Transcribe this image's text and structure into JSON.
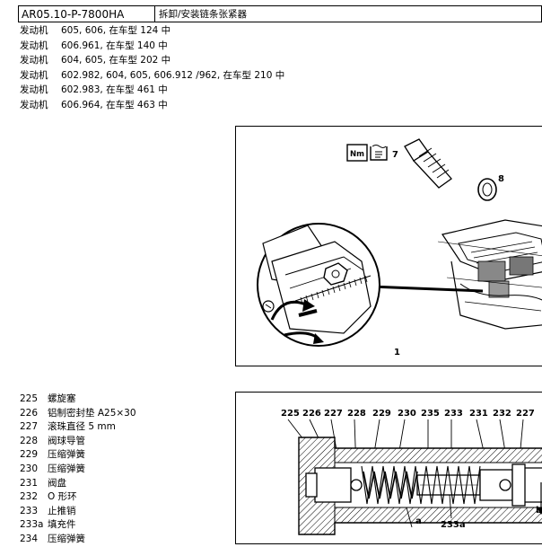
{
  "header": {
    "code": "AR05.10-P-7800HA",
    "title": "拆卸/安装链条张紧器"
  },
  "applicability": [
    {
      "label": "发动机",
      "text": "605, 606, 在车型 124 中"
    },
    {
      "label": "发动机",
      "text": "606.961, 在车型 140 中"
    },
    {
      "label": "发动机",
      "text": "604, 605, 在车型 202 中"
    },
    {
      "label": "发动机",
      "text": "602.982, 604, 605, 606.912 /962, 在车型 210 中"
    },
    {
      "label": "发动机",
      "text": "602.983, 在车型 461 中"
    },
    {
      "label": "发动机",
      "text": "606.964, 在车型 463 中"
    }
  ],
  "figure1": {
    "torque_symbol": "Nm",
    "callouts": {
      "c7": "7",
      "c8": "8",
      "c1": "1"
    }
  },
  "figure2": {
    "callouts_top": [
      "225",
      "226",
      "227",
      "228",
      "229",
      "230",
      "235",
      "233",
      "231",
      "232",
      "227"
    ],
    "callout_a": "a",
    "callout_233a": "233a",
    "callout_b": "b"
  },
  "parts": [
    {
      "num": "225",
      "name": "螺旋塞"
    },
    {
      "num": "226",
      "name": "铝制密封垫 A25×30"
    },
    {
      "num": "227",
      "name": "滚珠直径 5 mm"
    },
    {
      "num": "228",
      "name": "阀球导管"
    },
    {
      "num": "229",
      "name": "压缩弹簧"
    },
    {
      "num": "230",
      "name": "压缩弹簧"
    },
    {
      "num": "231",
      "name": "阀盘"
    },
    {
      "num": "232",
      "name": "O 形环"
    },
    {
      "num": "233",
      "name": "止推销"
    },
    {
      "num": "233a",
      "name": "填充件"
    },
    {
      "num": "234",
      "name": "压缩弹簧"
    }
  ]
}
